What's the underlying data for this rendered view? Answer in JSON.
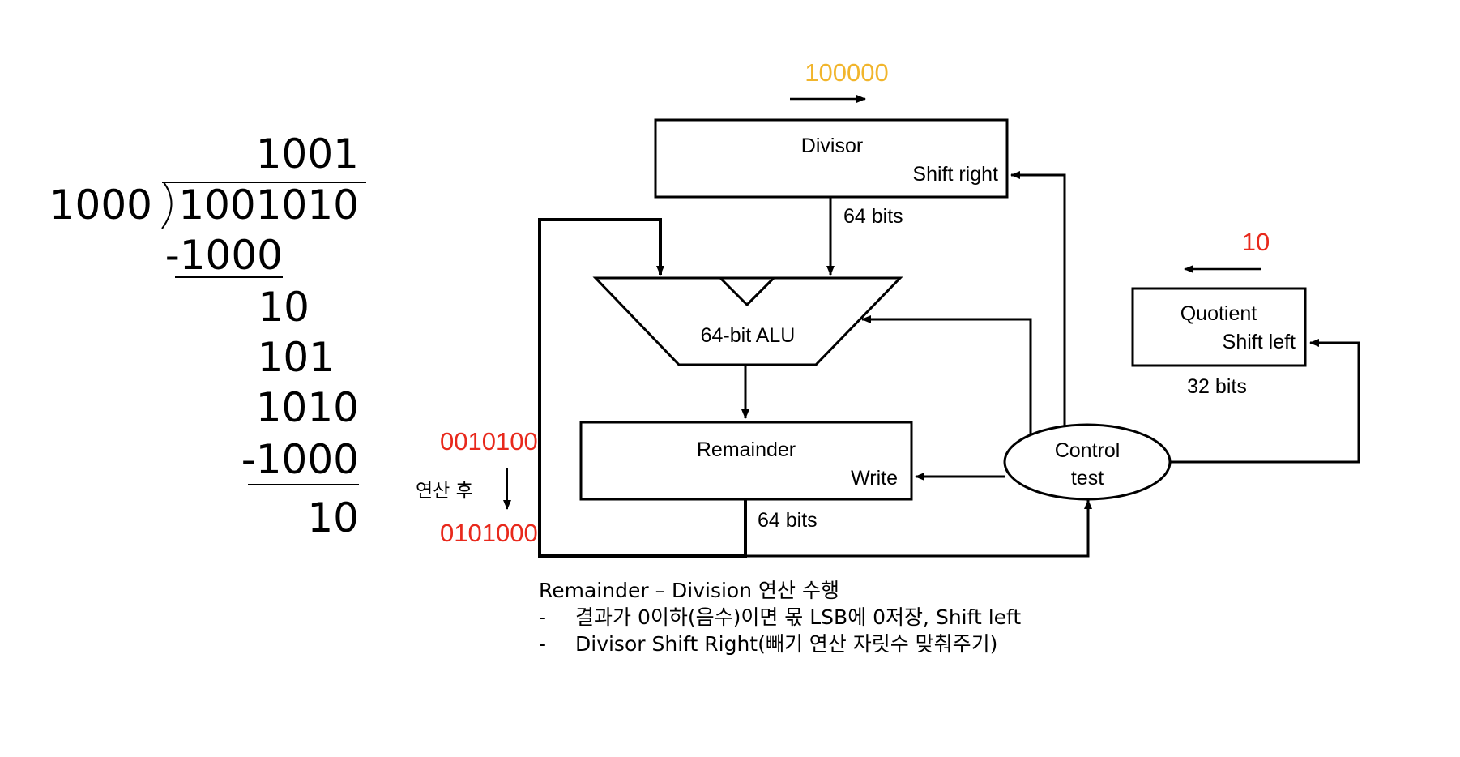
{
  "long_division": {
    "quotient": "1001",
    "divisor": "1000",
    "dividend": "1001010",
    "steps": [
      "-1000",
      "10",
      "101",
      "1010",
      "-1000",
      "10"
    ]
  },
  "diagram": {
    "divisor_title": "Divisor",
    "divisor_op": "Shift right",
    "divisor_bits": "64 bits",
    "alu_label": "64-bit ALU",
    "remainder_title": "Remainder",
    "remainder_op": "Write",
    "remainder_bits": "64 bits",
    "quotient_title": "Quotient",
    "quotient_op": "Shift left",
    "quotient_bits": "32 bits",
    "control_line1": "Control",
    "control_line2": "test"
  },
  "annotations": {
    "divisor_value": "100000",
    "quotient_value": "10",
    "remainder_before": "0010100",
    "remainder_after": "0101000",
    "after_op_label": "연산 후"
  },
  "notes": {
    "title": "Remainder – Division 연산 수행",
    "bullets": [
      "결과가 0이하(음수)이면 몫 LSB에 0저장, Shift left",
      "Divisor Shift Right(빼기 연산 자릿수 맞춰주기)"
    ],
    "bullet_marker": "-"
  },
  "colors": {
    "annotation_red": "#e8291c",
    "annotation_yellow": "#f1b52c"
  }
}
